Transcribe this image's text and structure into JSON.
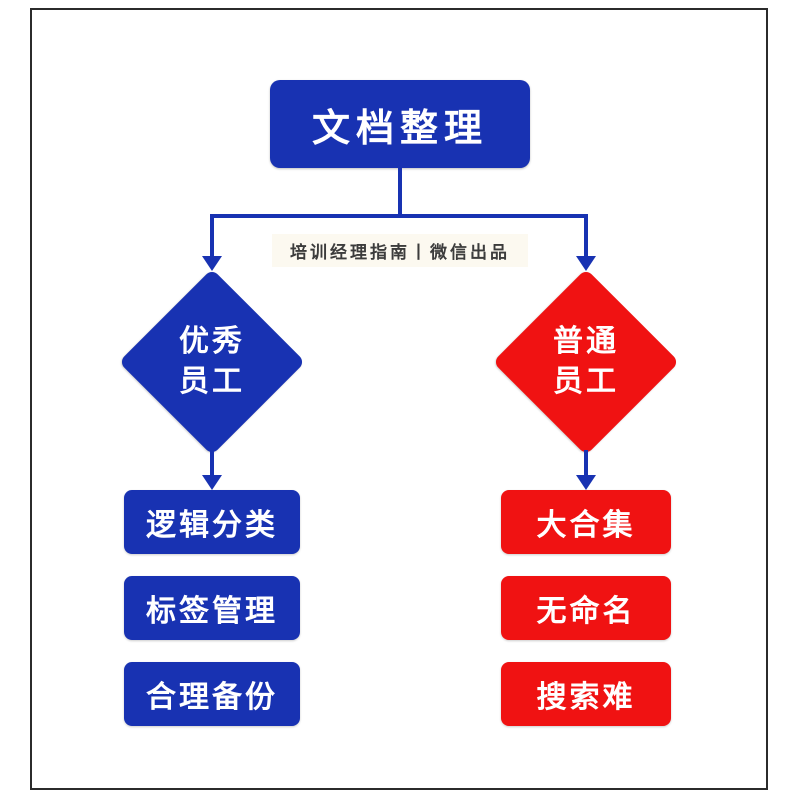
{
  "diagram": {
    "title": "文档整理",
    "watermark": "培训经理指南丨微信出品",
    "left_branch": {
      "diamond": {
        "line1": "优秀",
        "line2": "员工"
      },
      "items": [
        "逻辑分类",
        "标签管理",
        "合理备份"
      ]
    },
    "right_branch": {
      "diamond": {
        "line1": "普通",
        "line2": "员工"
      },
      "items": [
        "大合集",
        "无命名",
        "搜索难"
      ]
    },
    "colors": {
      "blue": "#1832b2",
      "red": "#f01212",
      "connector": "#1832b2",
      "frame_border": "#2b2b2b",
      "watermark_text": "#3c3c3c"
    }
  }
}
